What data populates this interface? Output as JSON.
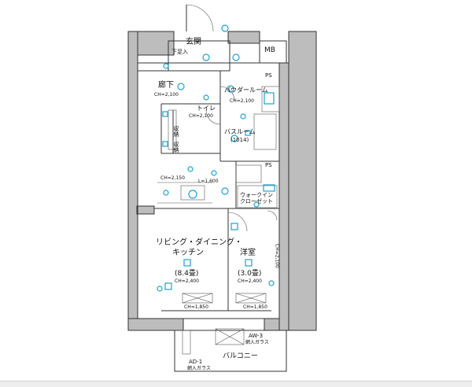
{
  "rooms": {
    "entrance": "玄関",
    "shoebox": "下足入",
    "mb": "MB",
    "corridor": "廊下",
    "corridor_ch": "CH=2,100",
    "powder": "パウダールーム",
    "powder_ch": "CH=2,100",
    "toilet": "トイレ",
    "toilet_ch": "CH=2,100",
    "bath": "バスルーム",
    "bath_size": "(1014)",
    "ps_top": "PS",
    "ps_mid": "PS",
    "storage1": "収納",
    "storage2": "収納",
    "walkin": "ウォークイン\nクローゼット",
    "ldk_line1": "リビング・ダイニング・",
    "ldk_line2": "キッチン",
    "ldk_size": "(8.4畳)",
    "ldk_ch": "CH=2,400",
    "ldk_ch_lower": "CH=1,850",
    "bedroom": "洋室",
    "bedroom_size": "(3.0畳)",
    "bedroom_ch": "CH=2,400",
    "bedroom_ch_lower": "CH=1,850",
    "kitchen_ch": "CH=2,150",
    "kitchen_l": "L=1,600",
    "balcony": "バルコニー",
    "aw3": "AW-3",
    "aw3_glass": "網入ガラス",
    "ad1": "AD-1",
    "ad1_glass": "網入ガラス",
    "ch_side": "CH=2,100"
  },
  "colors": {
    "equipment": "#1aa3d9",
    "wall": "#bdbdbd"
  }
}
